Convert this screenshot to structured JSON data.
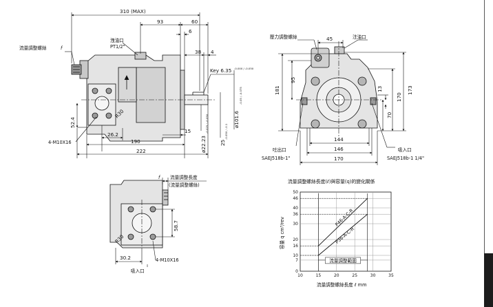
{
  "side_view": {
    "dims": {
      "total_max": "310 (MAX)",
      "d93": "93",
      "d60": "60",
      "d6": "6",
      "d38": "38",
      "d4": "4",
      "key": "Key 6.35",
      "key_tol": "-0.000 / -0.050",
      "dia1016": "ø101.6",
      "dia1016_tol": "-0.05 / -0.075",
      "dia2223": "ø22.23",
      "dia2223_tol": "-0.025 / -0.050",
      "d25": "25",
      "d25_tol": "-0.050 / -0.1",
      "d15": "15",
      "d524": "52.4",
      "d262": "26.2",
      "d190": "190",
      "d222": "222",
      "r30": "R30"
    },
    "labels": {
      "flow_screw": "流量調整螺絲",
      "f_mark": "f",
      "drain": "洩油口",
      "drain_size": "PT1/2\"",
      "bolts": "4-M10X16"
    }
  },
  "front_view": {
    "dims": {
      "d45": "45",
      "d95": "95",
      "d181": "181",
      "d13": "13",
      "d170v": "170",
      "d173": "173",
      "d70": "70",
      "d144": "144",
      "d146": "146",
      "d170h": "170"
    },
    "labels": {
      "pressure_screw": "壓力調整螺絲",
      "outlet": "注油口",
      "discharge": "吐出口",
      "discharge_size": "SAEJ518b-1\"",
      "suction": "吸入口",
      "suction_size": "SAEJ518b-1 1/4\""
    }
  },
  "bottom_view": {
    "dims": {
      "r30": "R30",
      "d587": "58.7",
      "d302": "30.2"
    },
    "labels": {
      "f_mark": "f",
      "length_label": "流量調整長度",
      "length_sub": "(流量調整螺絲)",
      "bolts": "4-M10X16",
      "suction": "吸入口"
    }
  },
  "chart": {
    "title": "流量調整螺絲長度(ℓ)與容量(q)的變化關係",
    "x_label": "流量調整螺絲長度  ℓ  mm",
    "y_label": "容量  q cm³/rev",
    "band_label": "流量調整範圍",
    "line_label_a": "P46-A-C-R",
    "line_label_b": "P36-A-C-R"
  },
  "chart_data": {
    "type": "line",
    "title": "流量調整螺絲長度(ℓ)與容量(q)的變化關係",
    "xlabel": "流量調整螺絲長度  ℓ  mm",
    "ylabel": "容量  q cm³/rev",
    "xlim": [
      10,
      35
    ],
    "ylim": [
      0,
      50
    ],
    "x_ticks": [
      10,
      15,
      20,
      25,
      30,
      35
    ],
    "y_ticks": [
      0,
      7,
      10,
      16,
      20,
      30,
      36,
      40,
      46,
      50
    ],
    "grid": true,
    "series": [
      {
        "name": "P46-A-C-R",
        "x": [
          15,
          28.5
        ],
        "y": [
          16,
          46
        ]
      },
      {
        "name": "P36-A-C-R",
        "x": [
          15,
          28.5
        ],
        "y": [
          10,
          36
        ]
      }
    ],
    "annotations": [
      {
        "text": "流量調整範圍",
        "x_range": [
          15,
          28.5
        ],
        "y": 7
      }
    ]
  },
  "colors": {
    "ink": "#111111",
    "part_fill": "#e4e4e4",
    "part_dark": "#b5b5b5",
    "side_tab": "#1c1c1c"
  }
}
